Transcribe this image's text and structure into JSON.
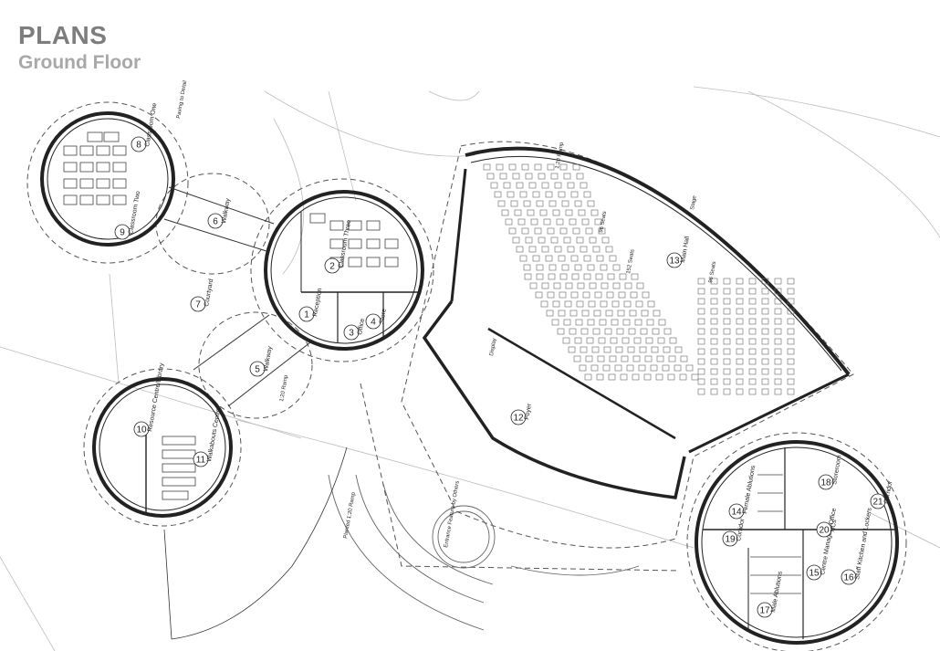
{
  "header": {
    "title": "PLANS",
    "subtitle": "Ground Floor"
  },
  "rooms": [
    {
      "number": "1",
      "name": "Reception"
    },
    {
      "number": "2",
      "name": "Classroom Three"
    },
    {
      "number": "3",
      "name": "Office"
    },
    {
      "number": "4",
      "name": "Store"
    },
    {
      "number": "5",
      "name": "Walkway"
    },
    {
      "number": "6",
      "name": "Walkway"
    },
    {
      "number": "7",
      "name": "Courtyard"
    },
    {
      "number": "8",
      "name": "Classroom One"
    },
    {
      "number": "9",
      "name": "Classroom Two"
    },
    {
      "number": "10",
      "name": "Resource Centre/Library"
    },
    {
      "number": "11",
      "name": "Walkabouts Centre"
    },
    {
      "number": "12",
      "name": "Foyer"
    },
    {
      "number": "13",
      "name": "Main Hall"
    },
    {
      "number": "14",
      "name": "Female Ablutions"
    },
    {
      "number": "15",
      "name": "Centre Managers Office"
    },
    {
      "number": "16",
      "name": "Staff Kitchen and Lockers"
    },
    {
      "number": "17",
      "name": "Male Ablutions"
    },
    {
      "number": "18",
      "name": "Storeroom"
    },
    {
      "number": "19",
      "name": "Corridor"
    },
    {
      "number": "20",
      "name": "NCs"
    },
    {
      "number": "21",
      "name": "Corridor"
    }
  ],
  "notes": {
    "seats_96": "96 Seats",
    "seats_152": "152 Seats",
    "seats_96b": "96 Seats",
    "paving": "Paving to Detail",
    "ramp": "1:20 Ramp",
    "ramp2": "1:20 Ramp",
    "stage": "Stage",
    "planted": "Planted 1:20 Ramp",
    "feature": "Entrance Feature by Others",
    "display": "Display"
  }
}
